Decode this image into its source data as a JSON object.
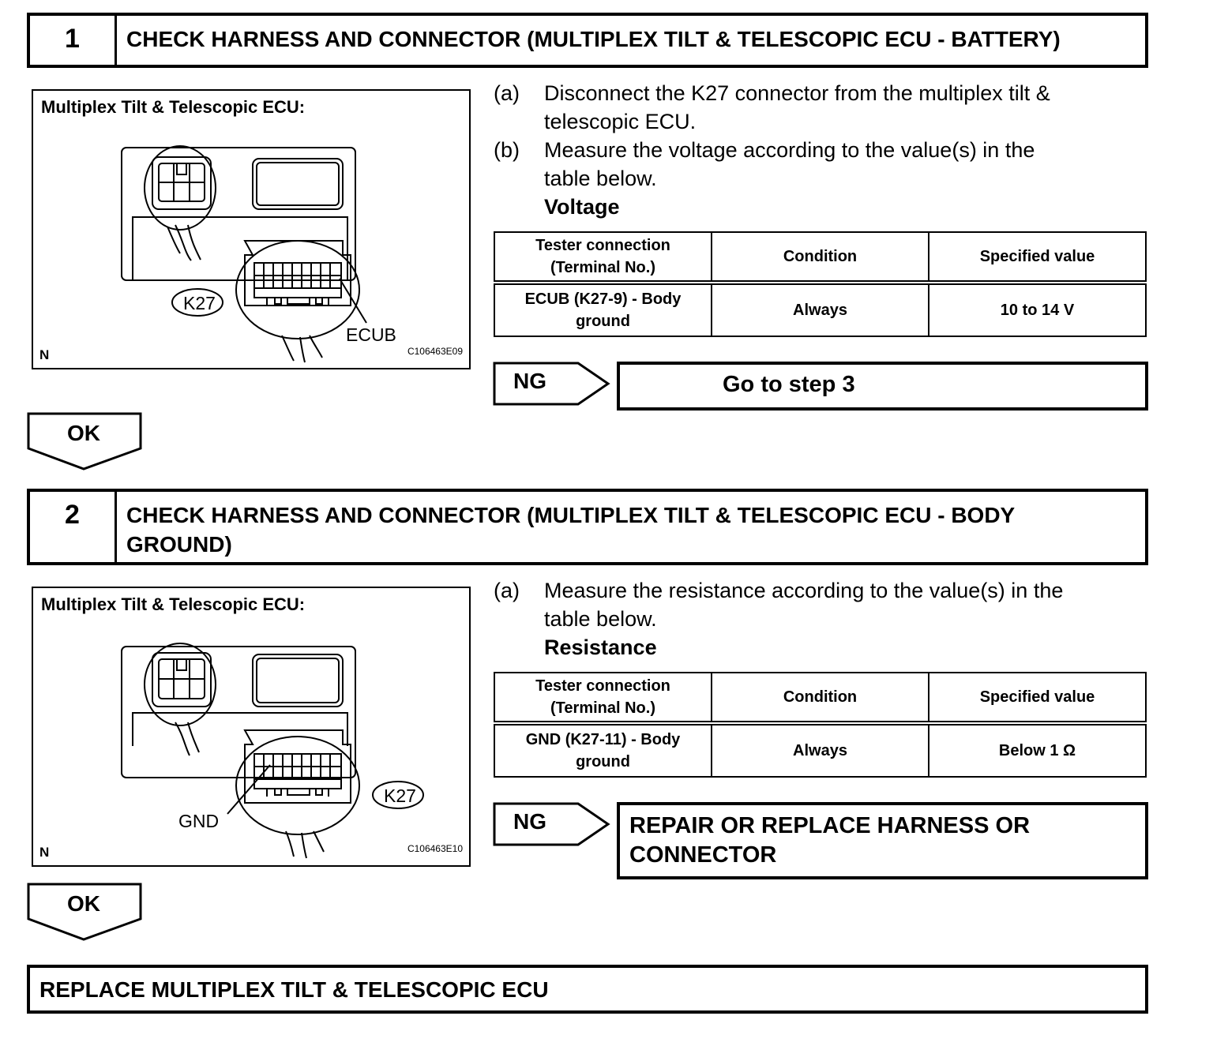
{
  "step1": {
    "number": "1",
    "title": "CHECK HARNESS AND CONNECTOR (MULTIPLEX TILT & TELESCOPIC ECU - BATTERY)",
    "illustration": {
      "caption": "Multiplex Tilt & Telescopic ECU:",
      "connector_label": "K27",
      "terminal_label": "ECUB",
      "corner_mark": "N",
      "code": "C106463E09"
    },
    "instructions": [
      {
        "label": "(a)",
        "lines": [
          "Disconnect the K27 connector from the multiplex tilt &",
          "telescopic ECU."
        ]
      },
      {
        "label": "(b)",
        "lines": [
          "Measure the voltage according to the value(s) in the",
          "table below."
        ]
      }
    ],
    "table_heading": "Voltage",
    "table": {
      "headers": [
        "Tester connection\n(Terminal No.)",
        "Condition",
        "Specified value"
      ],
      "row": [
        "ECUB (K27-9) - Body\nground",
        "Always",
        "10 to 14 V"
      ]
    },
    "ng": {
      "tag": "NG",
      "action": "Go to step 3"
    },
    "ok": "OK"
  },
  "step2": {
    "number": "2",
    "title": "CHECK HARNESS AND CONNECTOR (MULTIPLEX TILT & TELESCOPIC ECU - BODY GROUND)",
    "illustration": {
      "caption": "Multiplex Tilt & Telescopic ECU:",
      "connector_label": "K27",
      "terminal_label": "GND",
      "corner_mark": "N",
      "code": "C106463E10"
    },
    "instructions": [
      {
        "label": "(a)",
        "lines": [
          "Measure the resistance according to the value(s) in the",
          "table below."
        ]
      }
    ],
    "table_heading": "Resistance",
    "table": {
      "headers": [
        "Tester connection\n(Terminal No.)",
        "Condition",
        "Specified value"
      ],
      "row": [
        "GND (K27-11) - Body\nground",
        "Always",
        "Below 1 Ω"
      ]
    },
    "ng": {
      "tag": "NG",
      "action": "REPAIR OR REPLACE HARNESS OR CONNECTOR"
    },
    "ok": "OK"
  },
  "final_step": "REPLACE MULTIPLEX TILT & TELESCOPIC ECU"
}
